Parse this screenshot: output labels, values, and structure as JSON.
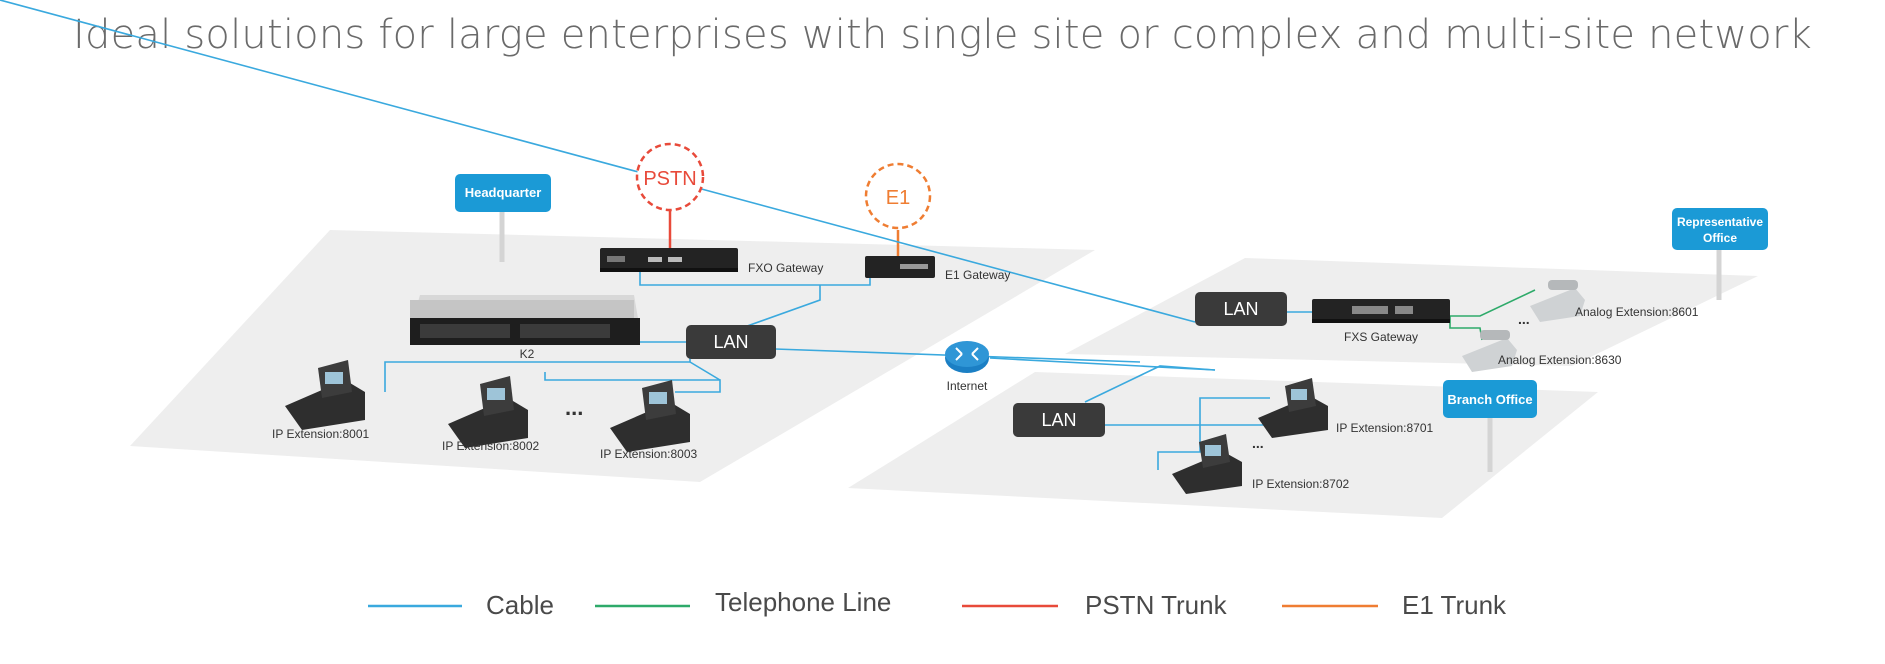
{
  "title": "Ideal solutions for large enterprises with single site or complex and multi-site network",
  "colors": {
    "cable": "#3aa9de",
    "telephone": "#2eaa6a",
    "pstn": "#e84a3a",
    "e1": "#ef7d32",
    "badge": "#1b9ad6",
    "lan": "#3a3a3a",
    "platform": "#eeeeee"
  },
  "badges": {
    "headquarter": "Headquarter",
    "representative_line1": "Representative",
    "representative_line2": "Office",
    "branch": "Branch Office"
  },
  "clouds": {
    "pstn": "PSTN",
    "e1": "E1"
  },
  "lan": {
    "hq": "LAN",
    "rep": "LAN",
    "branch": "LAN"
  },
  "devices": {
    "fxo": "FXO Gateway",
    "e1_gateway": "E1 Gateway",
    "server": "K2",
    "internet": "Internet",
    "fxs": "FXS Gateway"
  },
  "extensions": {
    "ip8001": "IP Extension:8001",
    "ip8002": "IP Extension:8002",
    "ip8003": "IP Extension:8003",
    "ip8701": "IP Extension:8701",
    "ip8702": "IP Extension:8702",
    "an8601": "Analog Extension:8601",
    "an8630": "Analog Extension:8630"
  },
  "ellipsis": {
    "hq": "...",
    "branch": "...",
    "rep": "..."
  },
  "legend": [
    {
      "label": "Cable",
      "color": "#3aa9de"
    },
    {
      "label": "Telephone Line",
      "color": "#2eaa6a"
    },
    {
      "label": "PSTN Trunk",
      "color": "#e84a3a"
    },
    {
      "label": "E1 Trunk",
      "color": "#ef7d32"
    }
  ]
}
